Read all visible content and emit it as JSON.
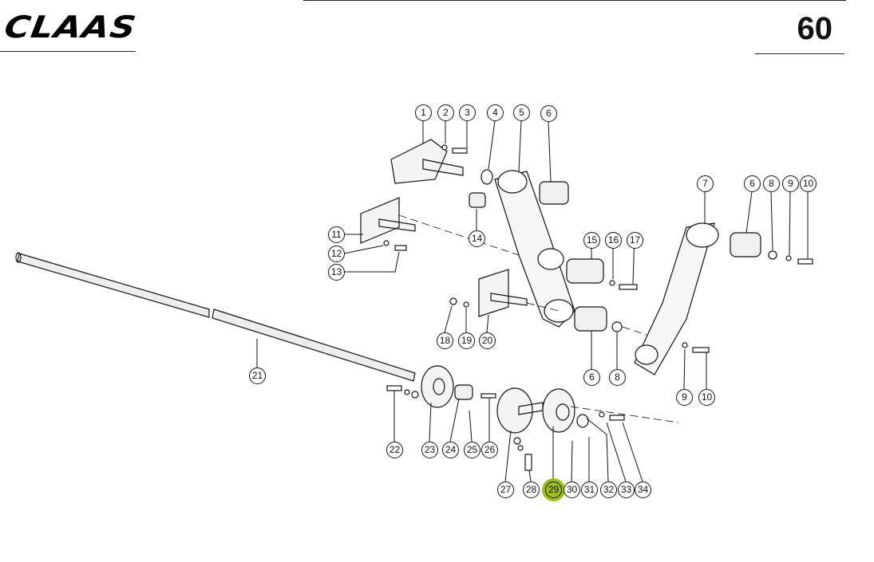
{
  "header": {
    "brand": "CLAAS",
    "page_number": "60"
  },
  "highlight_color": "#9cbf1e",
  "callouts": [
    "1",
    "2",
    "3",
    "4",
    "5",
    "6",
    "7",
    "6",
    "8",
    "9",
    "10",
    "11",
    "12",
    "13",
    "14",
    "15",
    "16",
    "17",
    "18",
    "19",
    "20",
    "6",
    "8",
    "9",
    "10",
    "21",
    "22",
    "23",
    "24",
    "25",
    "26",
    "27",
    "28",
    "29",
    "30",
    "31",
    "32",
    "33",
    "34"
  ],
  "highlighted": "29"
}
